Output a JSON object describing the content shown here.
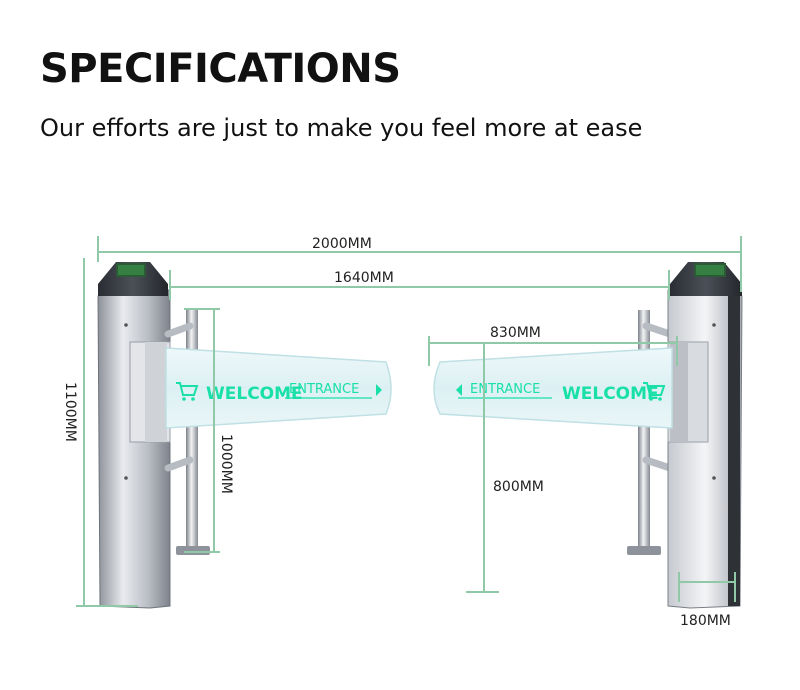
{
  "header": {
    "title": "SPECIFICATIONS",
    "subtitle": "Our efforts are just to make you feel more at ease"
  },
  "dimensions": {
    "overall_width": "2000MM",
    "passage_width": "1640MM",
    "gate_height": "1100MM",
    "arm_height": "1000MM",
    "panel_width": "830MM",
    "panel_height": "800MM",
    "post_width": "180MM"
  },
  "panels": {
    "left": {
      "welcome": "WELCOME",
      "entrance": "ENTRANCE"
    },
    "right": {
      "welcome": "WELCOME",
      "entrance": "ENTRANCE"
    }
  },
  "colors": {
    "dimension_line": "#8fc9a8",
    "sign_text": "#19e0a8",
    "glass": "#dff1f3"
  },
  "icons": [
    "shopping-cart-icon",
    "arrow-right-icon",
    "arrow-left-icon"
  ]
}
